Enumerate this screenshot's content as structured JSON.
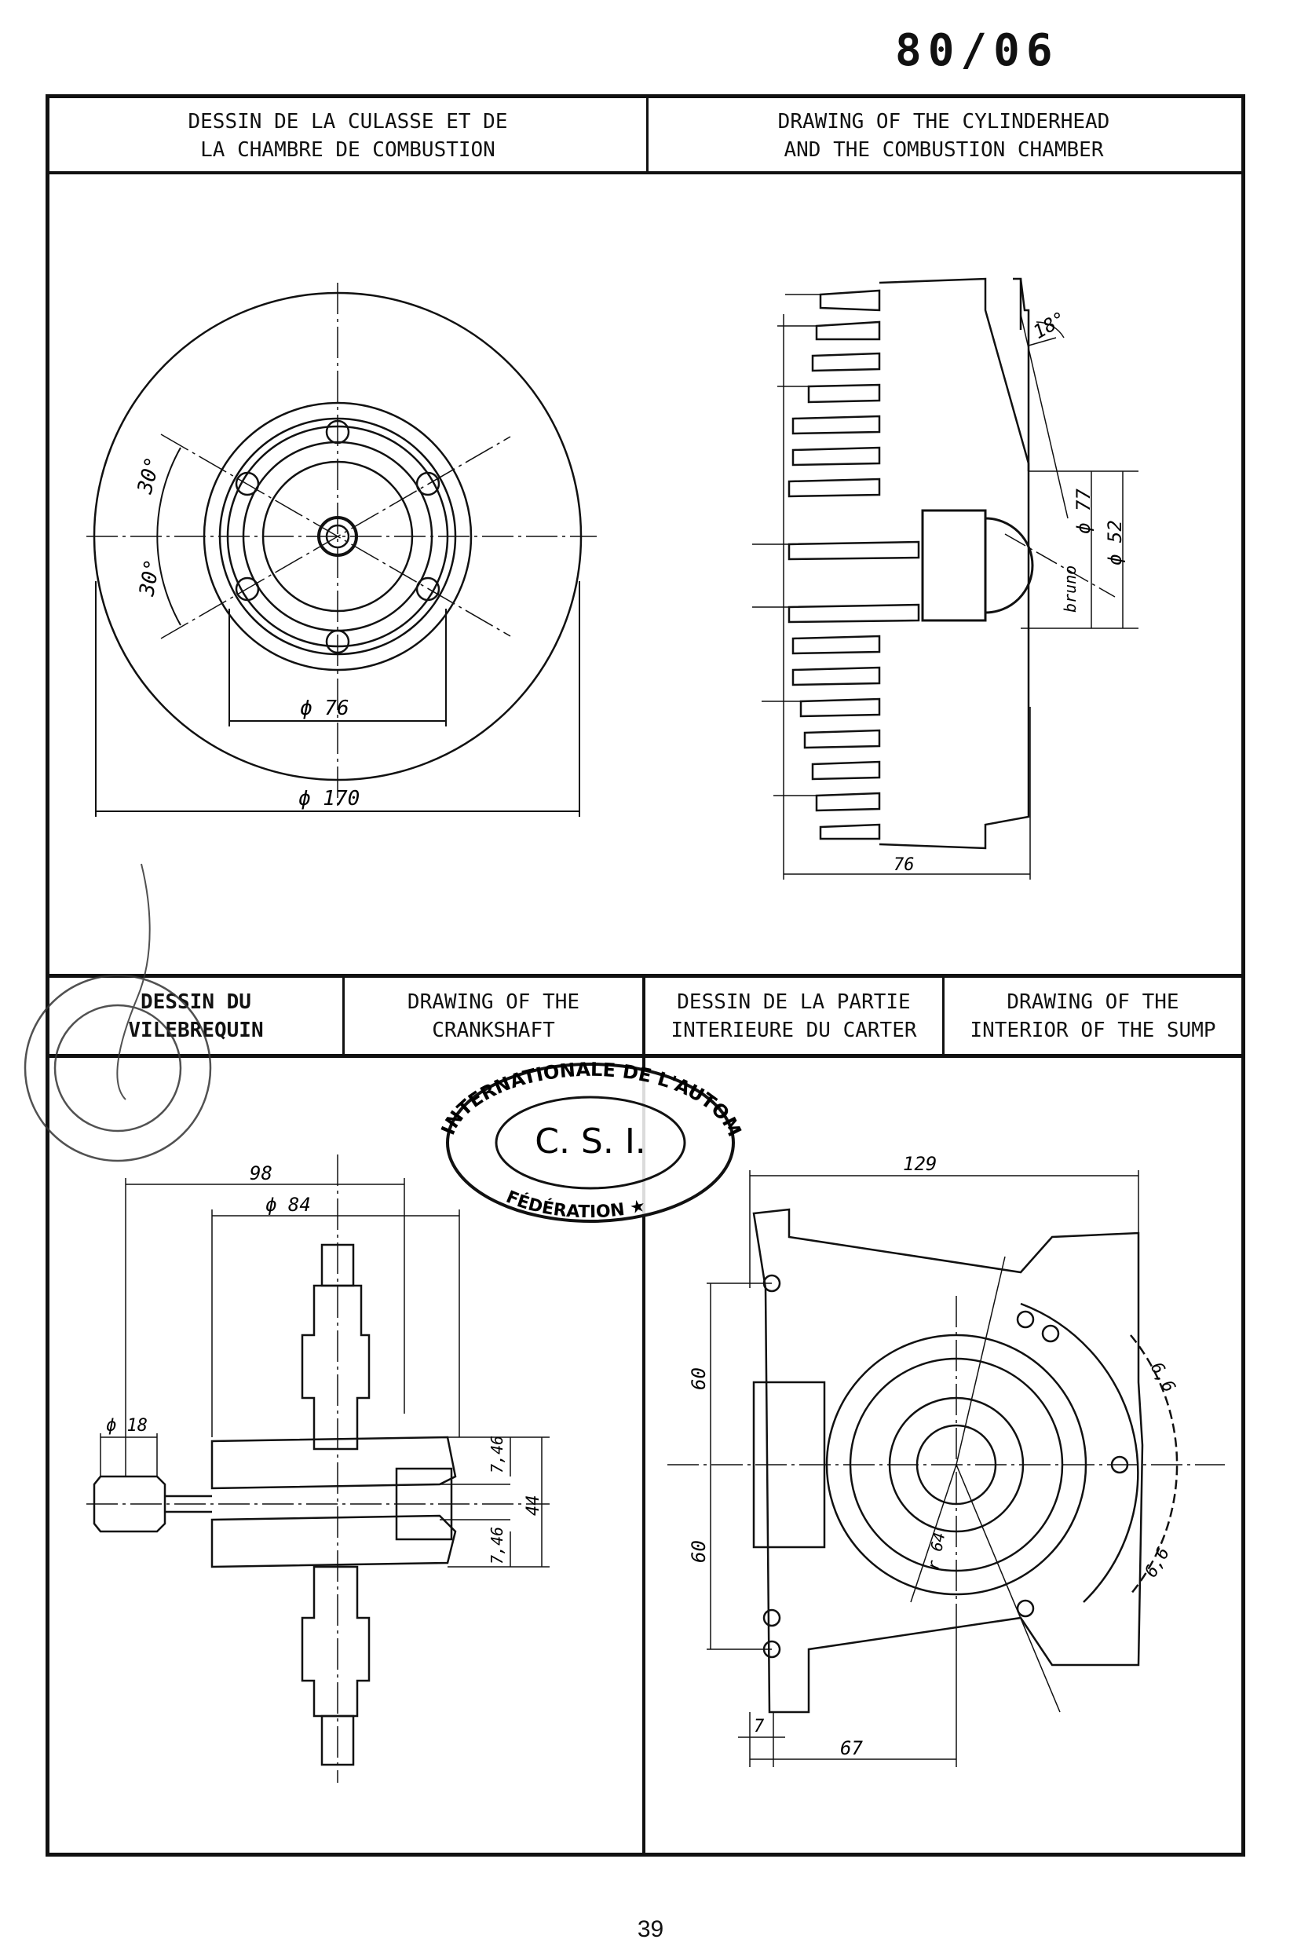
{
  "document": {
    "number": "80/06",
    "page": "39"
  },
  "sections": {
    "top_left_header": "DESSIN DE LA CULASSE ET DE\nLA CHAMBRE DE COMBUSTION",
    "top_right_header": "DRAWING OF THE CYLINDERHEAD\nAND THE COMBUSTION CHAMBER",
    "mid_headers": [
      "DESSIN DU\nVILEBREQUIN",
      "DRAWING OF THE\nCRANKSHAFT",
      "DESSIN DE LA PARTIE\nINTERIEURE DU CARTER",
      "DRAWING OF THE\nINTERIOR OF THE SUMP"
    ]
  },
  "cylinderhead_plan": {
    "dims": [
      "30°",
      "30°",
      "ϕ 76",
      "ϕ 170"
    ]
  },
  "cylinderhead_section": {
    "dims": [
      "18°",
      "ϕ 77",
      "ϕ 52",
      "bruno",
      "76"
    ]
  },
  "crankshaft": {
    "dims": [
      "98",
      "ϕ 84",
      "ϕ 18",
      "7,46",
      "44",
      "7,46"
    ]
  },
  "sump": {
    "dims": [
      "129",
      "60",
      "60",
      "7",
      "67",
      "r 64",
      "6,6",
      "6,6"
    ]
  },
  "stamps": {
    "csi_text": "C. S. I.",
    "csi_ring_top": "INTERNATIONALE DE L'AUTOMOBILE",
    "csi_ring_bottom": "FÉDÉRATION ★"
  }
}
